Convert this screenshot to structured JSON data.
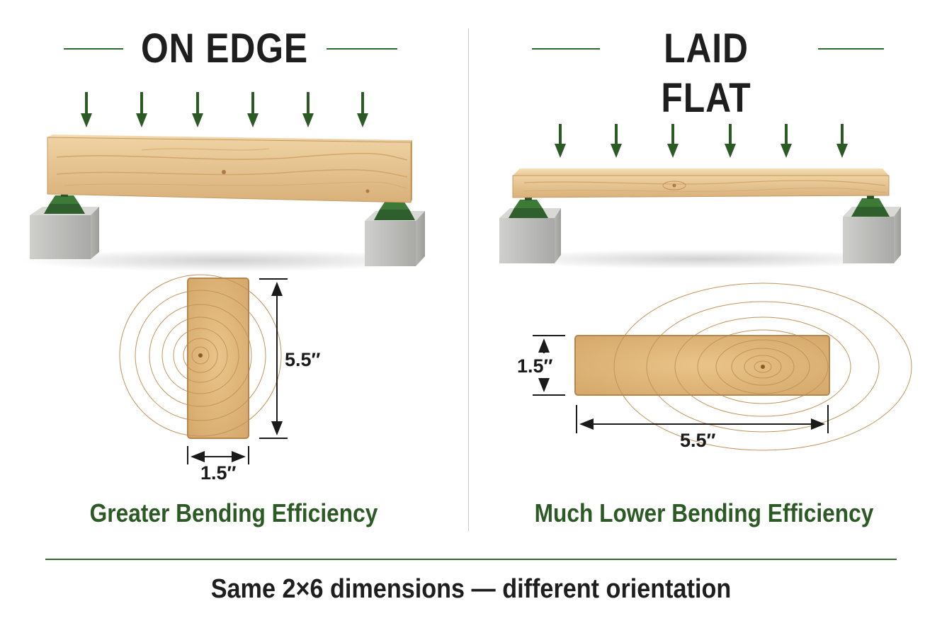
{
  "left_panel": {
    "title": "ON EDGE",
    "height_label": "5.5″",
    "width_label": "1.5″",
    "efficiency_label": "Greater Bending Efficiency",
    "arrow_count": 6
  },
  "right_panel": {
    "title": "LAID FLAT",
    "height_label": "1.5″",
    "width_label": "5.5″",
    "efficiency_label": "Much Lower Bending Efficiency",
    "arrow_count": 6
  },
  "caption": "Same 2×6 dimensions — different orientation",
  "colors": {
    "accent_green": "#2f6a2c",
    "label_green": "#2c5a24",
    "wood_light": "#e6c48e",
    "wood_dark": "#c99a5c",
    "concrete": "#b9b9b7",
    "divider_gray": "#c8c8c8"
  }
}
